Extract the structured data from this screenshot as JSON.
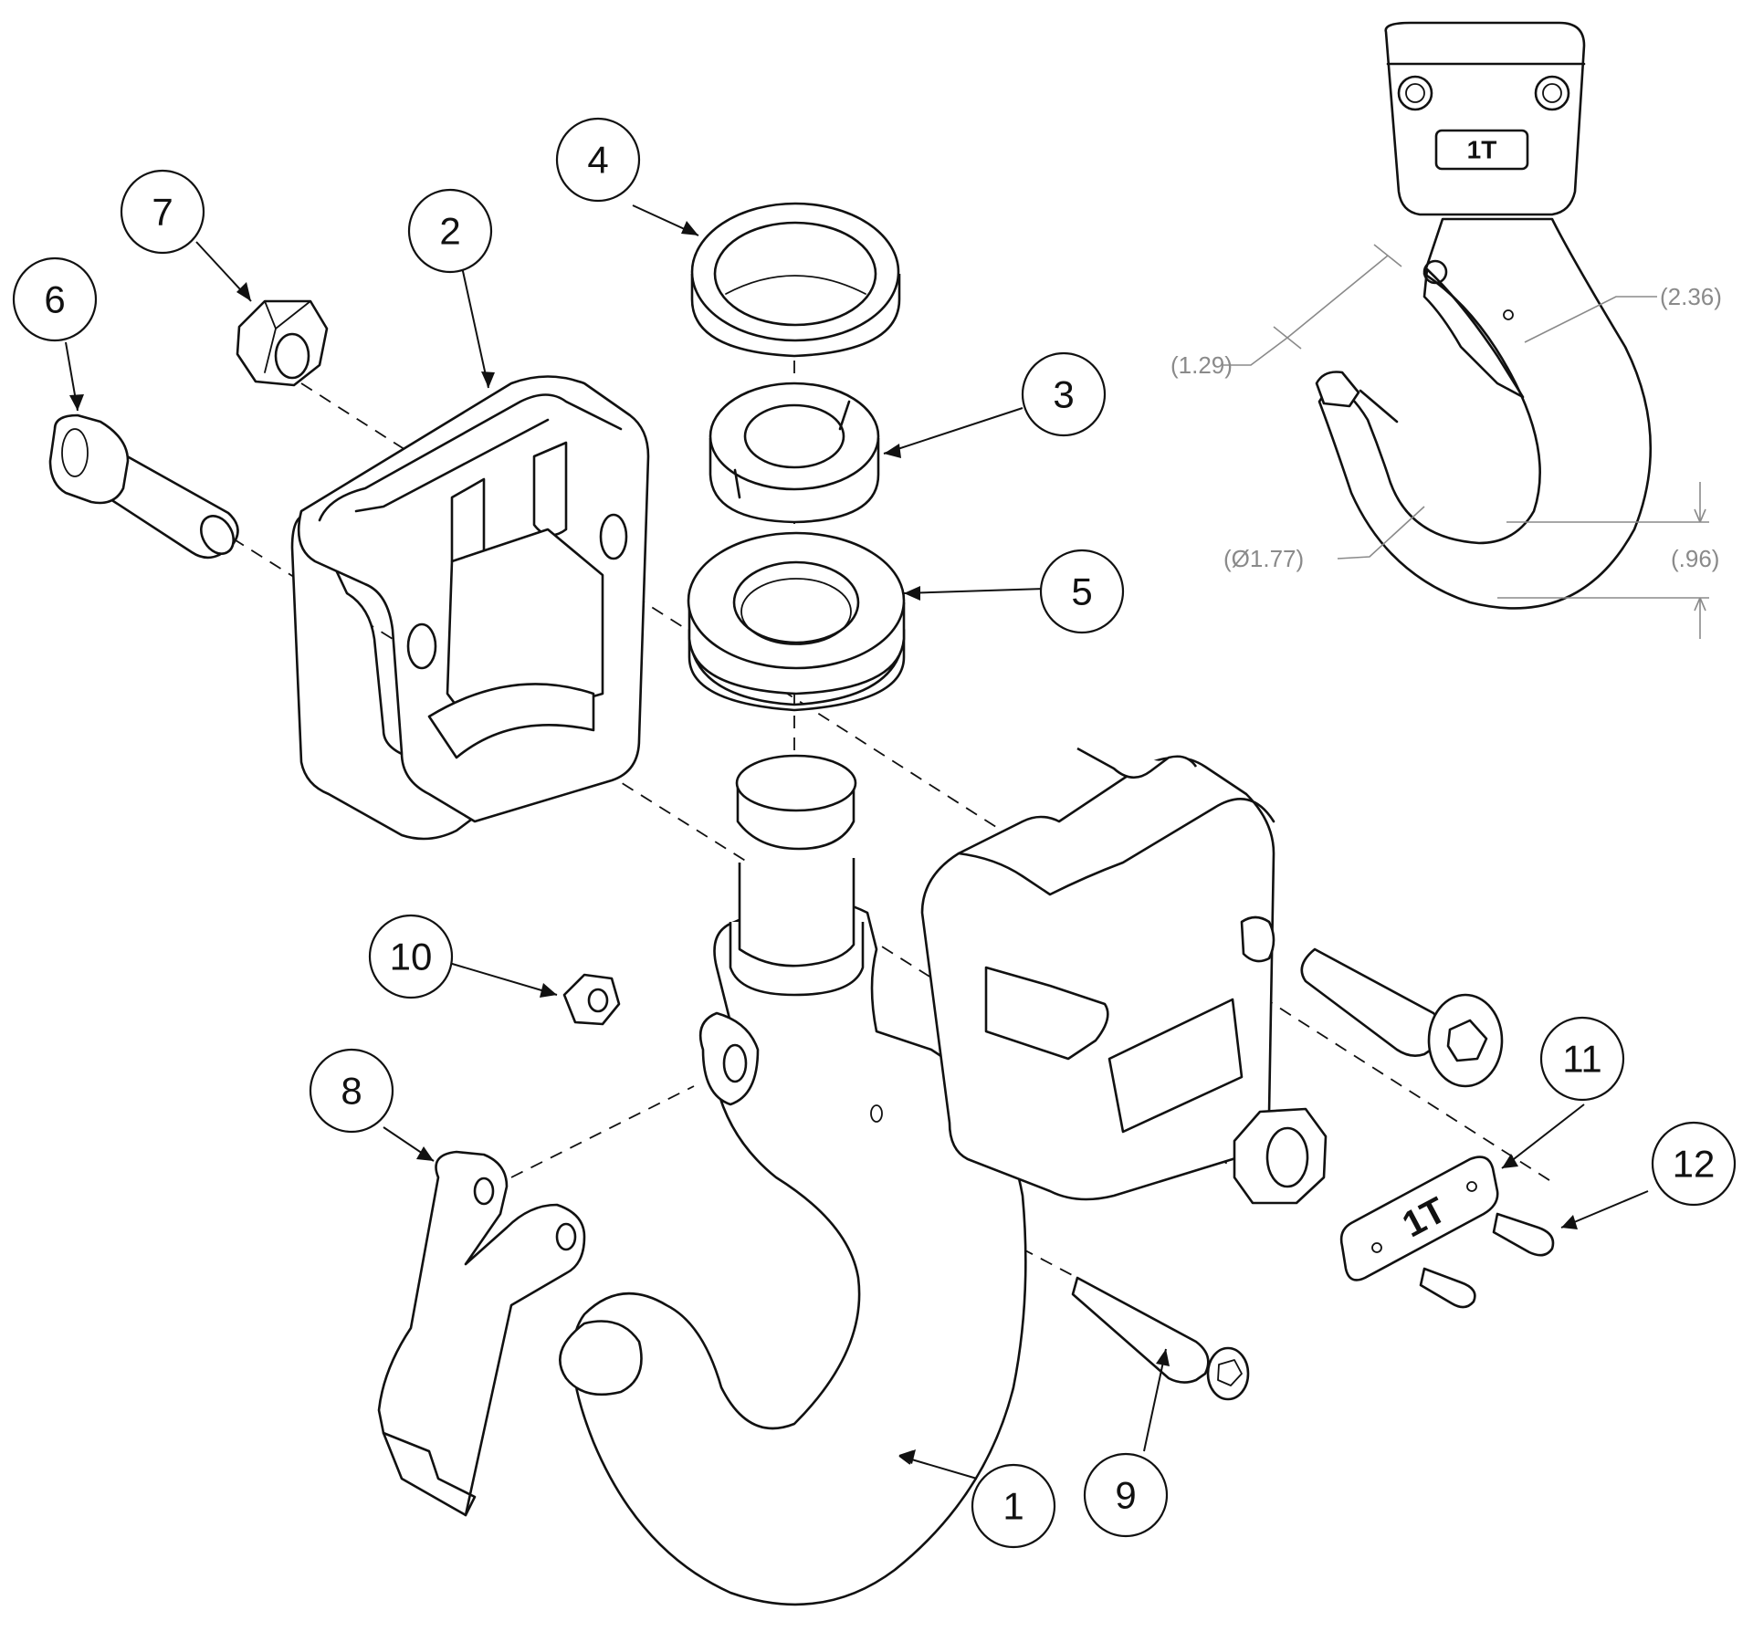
{
  "balloons": [
    {
      "id": "1",
      "label": "1"
    },
    {
      "id": "2",
      "label": "2"
    },
    {
      "id": "3",
      "label": "3"
    },
    {
      "id": "4",
      "label": "4"
    },
    {
      "id": "5",
      "label": "5"
    },
    {
      "id": "6",
      "label": "6"
    },
    {
      "id": "7",
      "label": "7"
    },
    {
      "id": "8",
      "label": "8"
    },
    {
      "id": "9",
      "label": "9"
    },
    {
      "id": "10",
      "label": "10"
    },
    {
      "id": "11",
      "label": "11"
    },
    {
      "id": "12",
      "label": "12"
    }
  ],
  "dimensions": {
    "throat_opening": "(1.29)",
    "reach": "(2.36)",
    "bowl_diameter": "(Ø1.77)",
    "section_depth": "(.96)"
  },
  "plate_marking": "1T",
  "colors": {
    "line": "#111111",
    "dimension": "#8a8a8a",
    "background": "#ffffff"
  }
}
